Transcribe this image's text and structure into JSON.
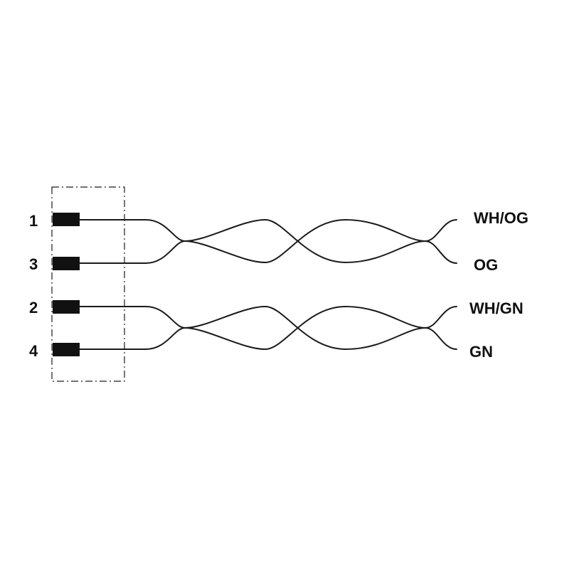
{
  "pins": [
    {
      "number": "1",
      "color_code": "WH/OG"
    },
    {
      "number": "3",
      "color_code": "OG"
    },
    {
      "number": "2",
      "color_code": "WH/GN"
    },
    {
      "number": "4",
      "color_code": "GN"
    }
  ],
  "pairs": [
    {
      "pins": [
        "1",
        "3"
      ]
    },
    {
      "pins": [
        "2",
        "4"
      ]
    }
  ],
  "colors": {
    "line": "#1a1a1a",
    "pin": "#111111",
    "background": "#ffffff"
  }
}
